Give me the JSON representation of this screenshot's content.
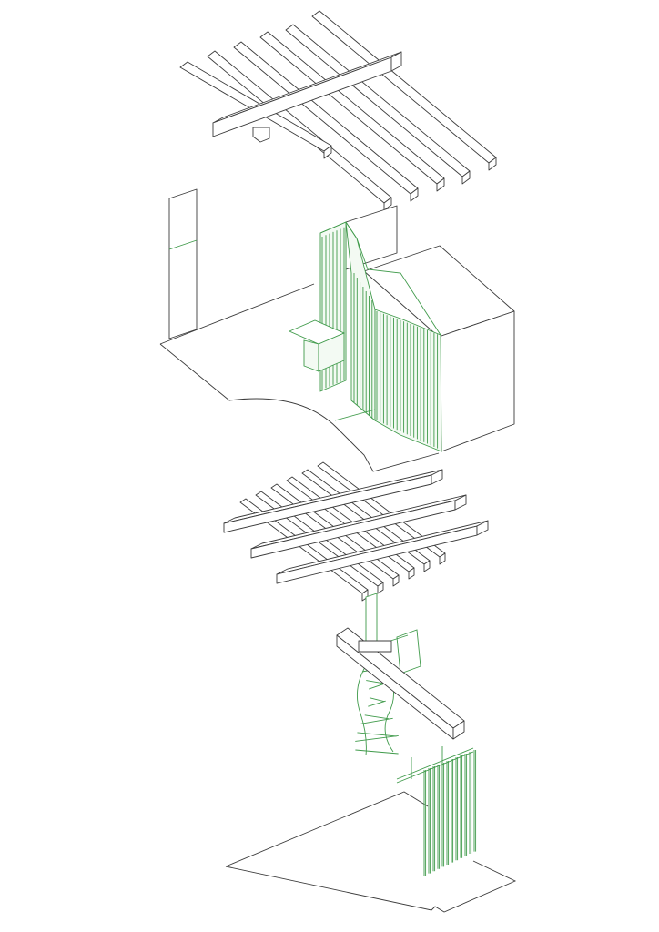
{
  "drawing": {
    "colors": {
      "background": "#ffffff",
      "structure_line": "#3c3c3c",
      "insertion_line": "#3f9a4a",
      "insertion_fill": "#f3faf3"
    },
    "layers": [
      "roof-joists",
      "upper-floor-volume",
      "floor-joists",
      "spiral-stair",
      "ground-floor-plate"
    ]
  }
}
